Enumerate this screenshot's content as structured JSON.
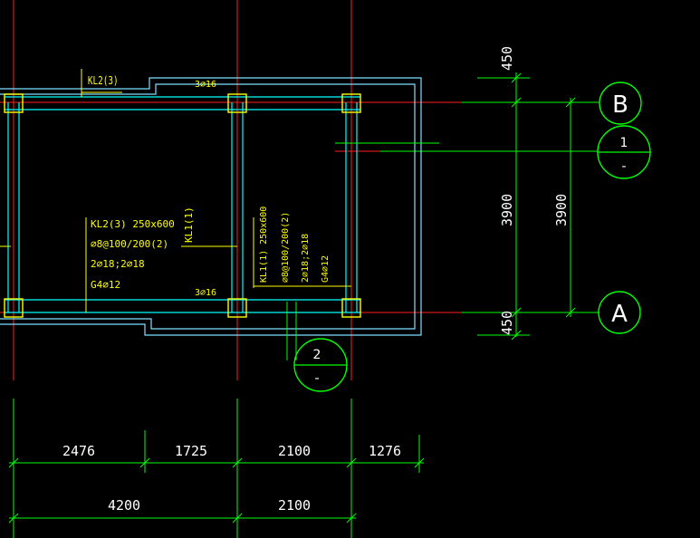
{
  "colors": {
    "background": "#000000",
    "axis": "#ff2020",
    "beam": "#00ffff",
    "wall": "#7fe0ff",
    "column": "#ffff00",
    "dimension": "#00ff00",
    "annotation": "#ffff00",
    "axis_bubble": "#00ff00",
    "bubble_text": "#ffffff"
  },
  "beam_labels": {
    "kl2_top": "KL2(3)",
    "top_rebar": "3⌀16",
    "kl2_block": [
      "KL2(3) 250x600",
      "⌀8@100/200(2)",
      "2⌀18;2⌀18",
      "G4⌀12"
    ],
    "kl1_vertical": "KL1(1)",
    "bottom_rebar": "3⌀16",
    "kl1_block": [
      "KL1(1) 250x600",
      "⌀8@100/200(2)",
      "2⌀18;2⌀18",
      "G4⌀12"
    ]
  },
  "axis_bubbles": {
    "b": "B",
    "a": "A",
    "section_1": {
      "num": "1",
      "sub": "-"
    },
    "section_2": {
      "num": "2",
      "sub": "-"
    }
  },
  "dimensions": {
    "vertical_outer": [
      "450",
      "3900",
      "450"
    ],
    "vertical_inner": "3900",
    "horizontal_row1": [
      "2476",
      "1725",
      "2100",
      "1276"
    ],
    "horizontal_row2": [
      "4200",
      "2100"
    ]
  }
}
